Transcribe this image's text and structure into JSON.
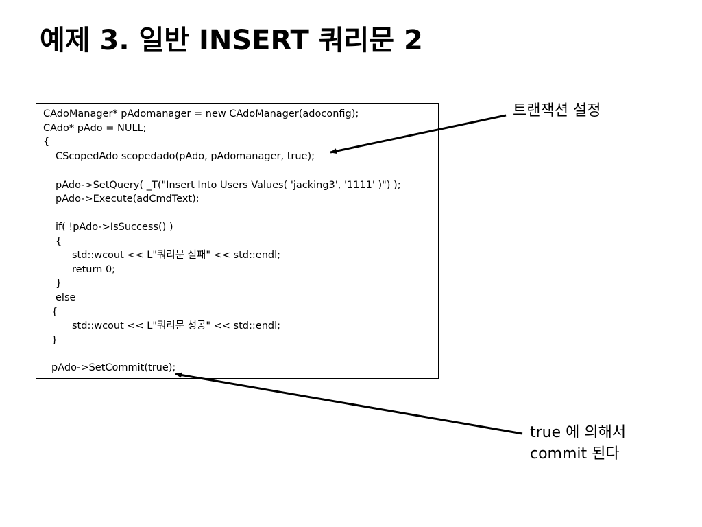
{
  "slide": {
    "title": "예제 3. 일반 INSERT 쿼리문 2"
  },
  "code": {
    "lines": [
      "CAdoManager* pAdomanager = new CAdoManager(adoconfig);",
      "CAdo* pAdo = NULL;",
      "{",
      "CScopedAdo scopedado(pAdo, pAdomanager, true);",
      "",
      "pAdo->SetQuery( _T(\"Insert Into Users Values( 'jacking3', '1111' )\") );",
      "pAdo->Execute(adCmdText);",
      "",
      "if( !pAdo->IsSuccess() )",
      "{",
      "std::wcout << L\"쿼리문 실패\" << std::endl;",
      "return 0;",
      "}",
      "else",
      "{",
      "std::wcout << L\"쿼리문 성공\" << std::endl;",
      "}",
      "",
      "pAdo->SetCommit(true);"
    ]
  },
  "annotations": {
    "transaction": "트랜잭션 설정",
    "commit_line1": "true 에 의해서",
    "commit_line2": "commit 된다"
  }
}
